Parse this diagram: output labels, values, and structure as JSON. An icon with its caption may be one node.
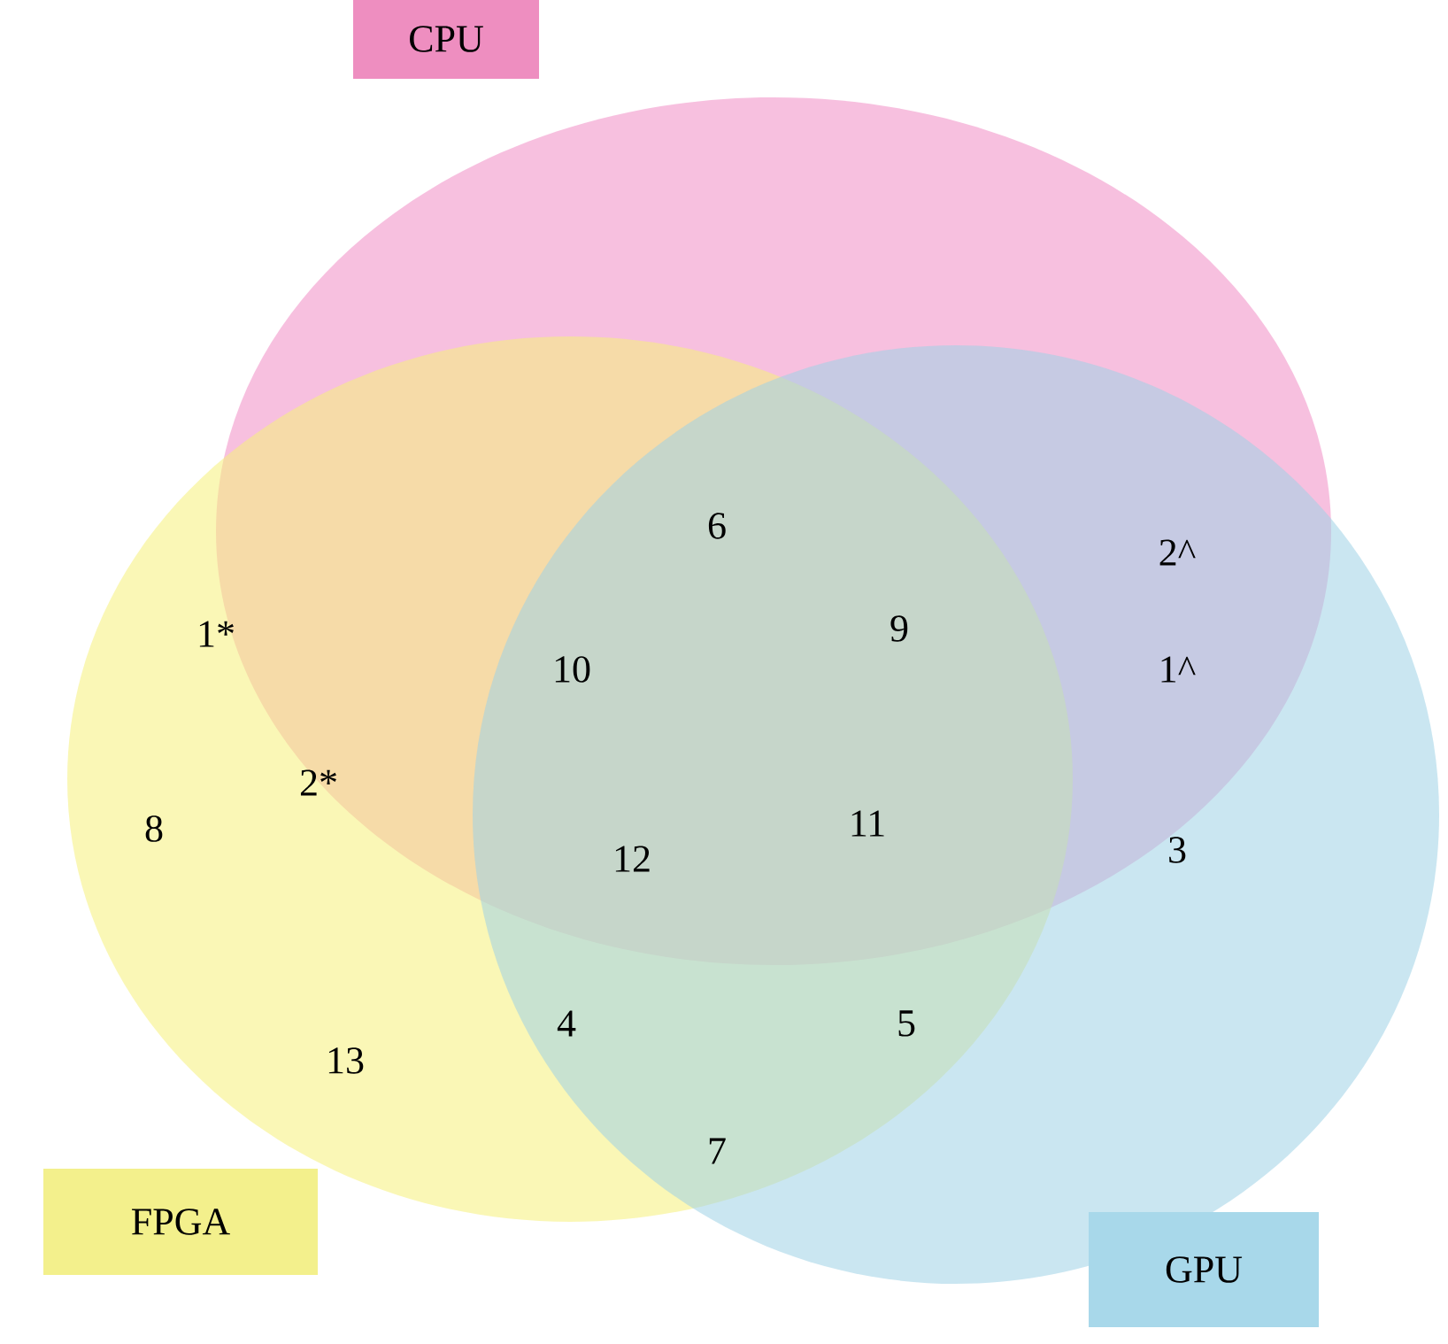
{
  "diagram": {
    "nodes": [
      {
        "text": [
          "CPU"
        ]
      },
      {
        "text": [
          "FPGA"
        ]
      },
      {
        "text": [
          "GPU"
        ]
      }
    ],
    "labels": [
      "6",
      "2^",
      "1*",
      "9",
      "10",
      "1^",
      "2*",
      "8",
      "11",
      "12",
      "3",
      "4",
      "5",
      "13",
      "7"
    ]
  }
}
